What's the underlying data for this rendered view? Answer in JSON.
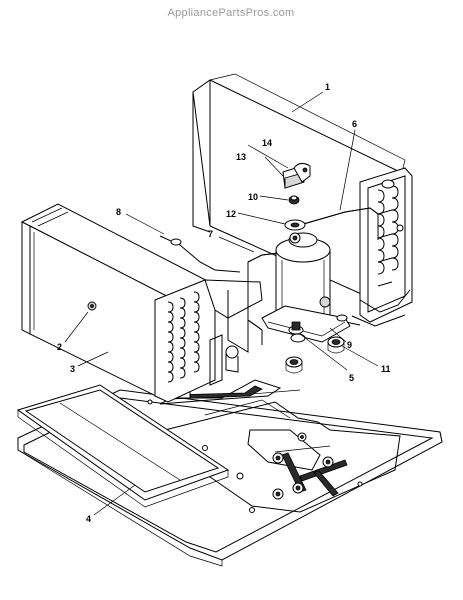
{
  "watermark": "AppliancePartsPros.com",
  "callouts": [
    {
      "id": "1",
      "text": "1"
    },
    {
      "id": "2",
      "text": "2"
    },
    {
      "id": "3",
      "text": "3"
    },
    {
      "id": "4",
      "text": "4"
    },
    {
      "id": "5",
      "text": "5"
    },
    {
      "id": "6",
      "text": "6"
    },
    {
      "id": "7",
      "text": "7"
    },
    {
      "id": "8",
      "text": "8"
    },
    {
      "id": "9",
      "text": "9"
    },
    {
      "id": "10",
      "text": "10"
    },
    {
      "id": "11",
      "text": "11"
    },
    {
      "id": "12",
      "text": "12"
    },
    {
      "id": "13",
      "text": "13"
    },
    {
      "id": "14",
      "text": "14"
    }
  ]
}
